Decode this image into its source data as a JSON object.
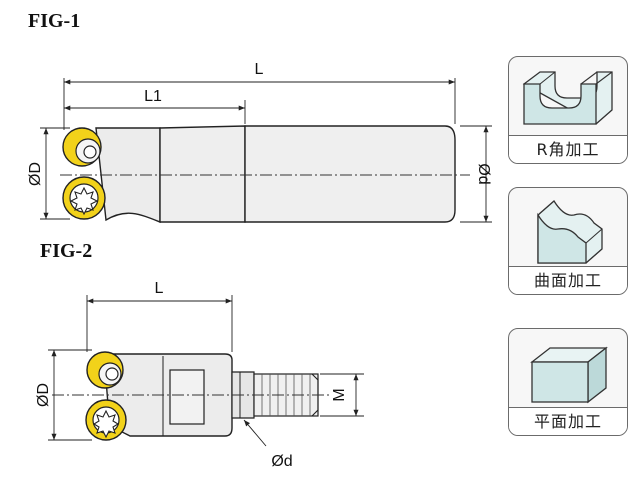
{
  "figures": {
    "fig1": {
      "title": "FIG-1",
      "dim_L": "L",
      "dim_L1": "L1",
      "dim_D": "ØD",
      "dim_d": "Ød"
    },
    "fig2": {
      "title": "FIG-2",
      "dim_L": "L",
      "dim_D": "ØD",
      "dim_d": "Ød",
      "dim_M": "M"
    }
  },
  "panels": [
    {
      "label": "R角加工",
      "icon": "r-corner-block-icon"
    },
    {
      "label": "曲面加工",
      "icon": "curved-surface-block-icon"
    },
    {
      "label": "平面加工",
      "icon": "flat-surface-block-icon"
    }
  ],
  "colors": {
    "insert_gold": "#f2d21a",
    "tool_body": "#ececec",
    "block_face": "#cfe6e6",
    "line": "#222222"
  }
}
